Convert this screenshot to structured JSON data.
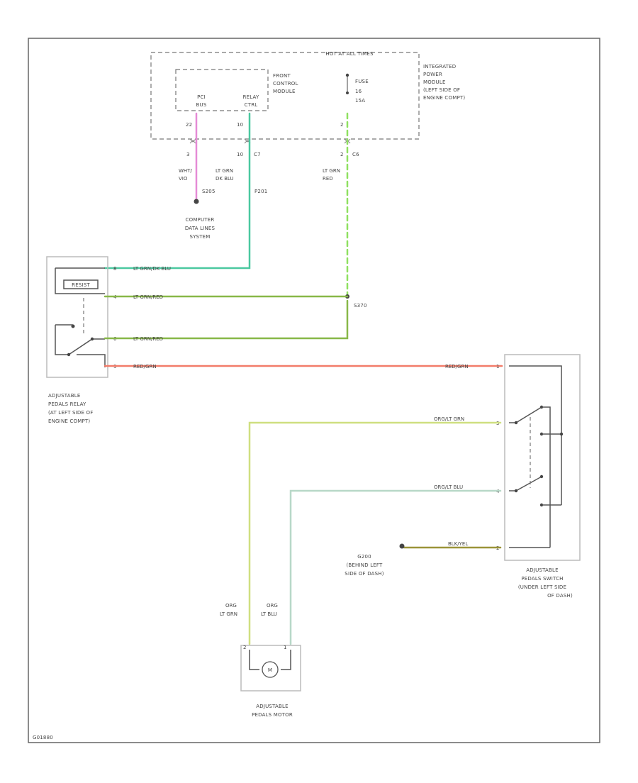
{
  "figure_id": "G01880",
  "modules": {
    "ipm": [
      "INTEGRATED",
      "POWER",
      "MODULE",
      "(LEFT SIDE OF",
      "ENGINE COMPT)"
    ],
    "ipm_header": "HOT AT ALL TIMES",
    "fcm": [
      "FRONT",
      "CONTROL",
      "MODULE"
    ],
    "fuse": [
      "FUSE",
      "16",
      "15A"
    ],
    "pci": [
      "PCI",
      "BUS"
    ],
    "relay_ctrl": [
      "RELAY",
      "CTRL"
    ],
    "computer": [
      "COMPUTER",
      "DATA LINES",
      "SYSTEM"
    ],
    "relay": [
      "ADJUSTABLE",
      "PEDALS RELAY",
      "(AT LEFT SIDE OF",
      "ENGINE COMPT)"
    ],
    "switch": [
      "ADJUSTABLE",
      "PEDALS SWITCH",
      "(UNDER LEFT SIDE",
      "OF DASH)"
    ],
    "motor": [
      "ADJUSTABLE",
      "PEDALS MOTOR"
    ],
    "motor_symbol": "M",
    "ground": [
      "G200",
      "(BEHIND LEFT",
      "SIDE OF DASH)"
    ],
    "relay_coil": "RESIST"
  },
  "pins": {
    "pci_top": "22",
    "pci_bot": "3",
    "relay_top": "10",
    "relay_bot": "10",
    "relay_conn": "C7",
    "fuse_top": "2",
    "fuse_bot": "2",
    "fuse_conn": "C6",
    "r1": "8",
    "r2": "4",
    "r3": "6",
    "r4": "9",
    "s1": "1",
    "s2": "3",
    "s3": "4",
    "s4": "2",
    "m1": "2",
    "m2": "1"
  },
  "splices": {
    "s205": "S205",
    "p201": "P201",
    "s370": "S370"
  },
  "wires": {
    "pci": [
      "WHT/",
      "VIO"
    ],
    "relay_ctrl": [
      "LT GRN",
      "DK BLU"
    ],
    "fuse": [
      "LT GRN",
      "RED"
    ],
    "r1": "LT GRN/DK BLU",
    "r2": "LT GRN/RED",
    "r3": "LT GRN/RED",
    "r4": "RED/GRN",
    "s_r4": "RED/GRN",
    "s_grn": "ORG/LT GRN",
    "s_blu": "ORG/LT BLU",
    "s_gnd": "BLK/YEL",
    "motor_a": [
      "ORG",
      "LT GRN"
    ],
    "motor_b": [
      "ORG",
      "LT BLU"
    ]
  },
  "colors": {
    "pci_wire": "#e58ad6",
    "relay_ctrl_wire": "#4bc8a0",
    "fuse_wire": "#8fe060",
    "lt_grn_red": "#88b848",
    "red_grn": "#f27c6a",
    "org_lt_grn": "#cfdf80",
    "org_lt_blu": "#b8d8c8",
    "blk_yel": "#9a9438"
  }
}
